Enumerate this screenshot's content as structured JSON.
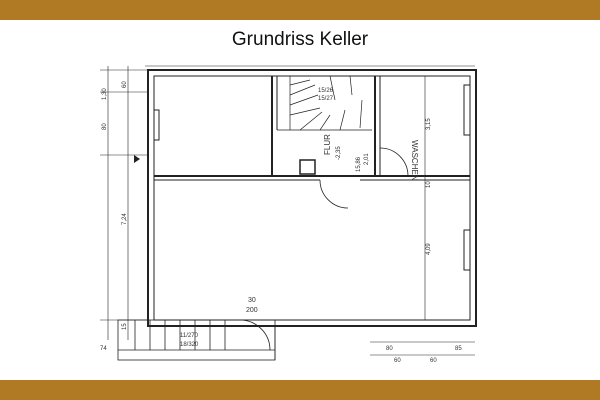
{
  "title": "Grundriss Keller",
  "colors": {
    "frame_bar": "#b07a25",
    "wall": "#222222",
    "background": "#ffffff"
  },
  "rooms": [
    {
      "name": "FLUR",
      "note": "-2,35"
    },
    {
      "name": "WASCHEN",
      "dim": "3,15"
    }
  ],
  "stair_labels": [
    "15/26",
    "15/27"
  ],
  "stair_outside": [
    "11/270",
    "18/320"
  ],
  "dimensions": {
    "left": [
      "1,30",
      "60",
      "80",
      "7,24",
      "15",
      "74"
    ],
    "bottom": [
      "80",
      "60",
      "60",
      "85"
    ],
    "interior": [
      "4,09",
      "10",
      "15,86",
      "2,01",
      "30",
      "200"
    ]
  }
}
